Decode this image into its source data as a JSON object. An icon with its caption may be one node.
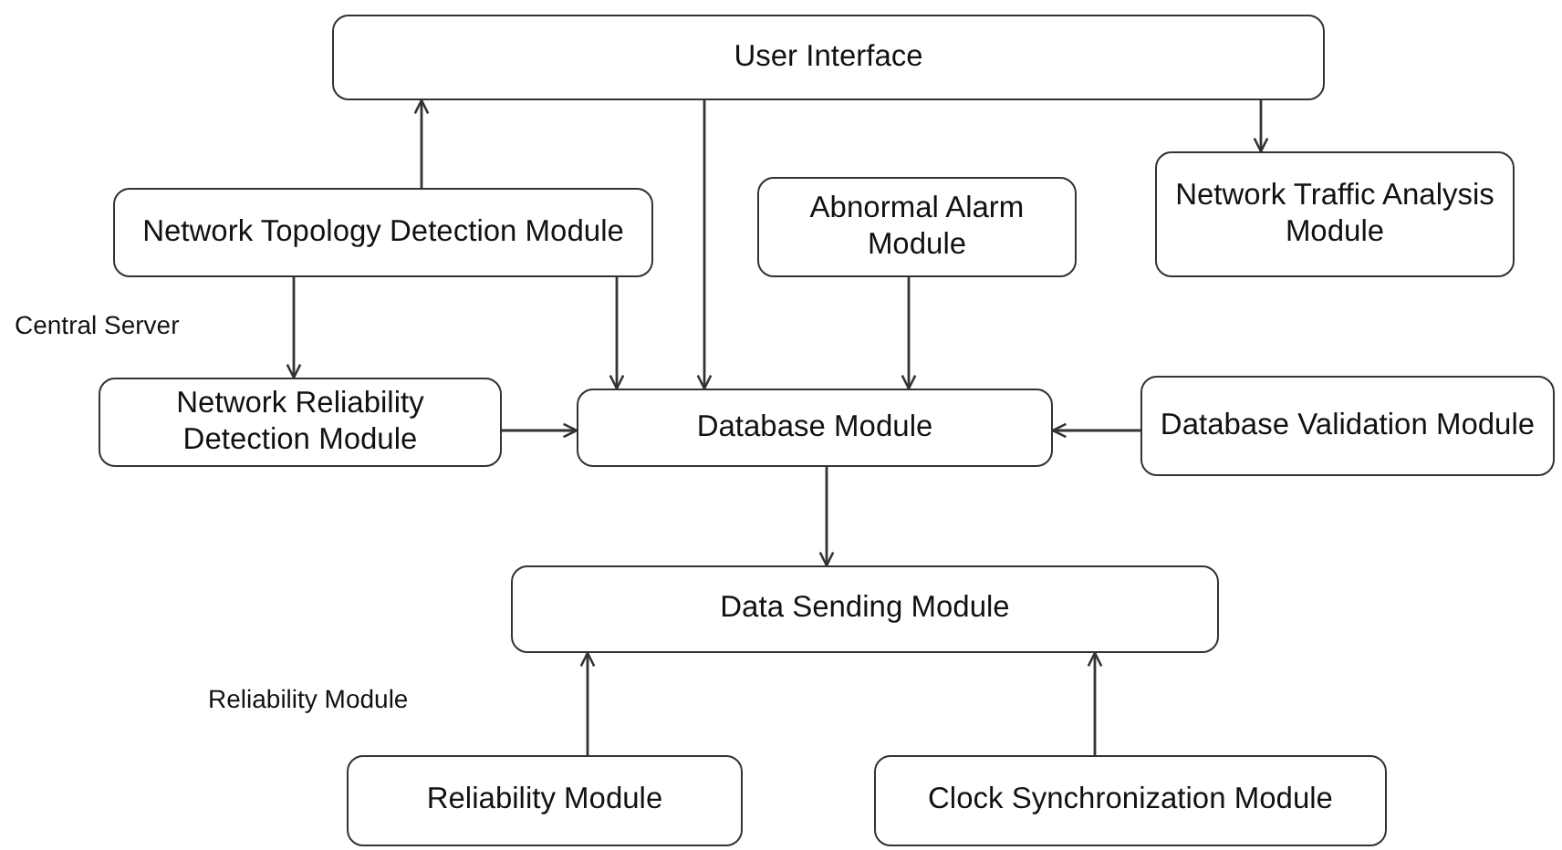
{
  "diagram": {
    "nodes": [
      {
        "text": [
          "User Interface"
        ]
      },
      {
        "text": [
          "Network Topology Detection Module"
        ]
      },
      {
        "text": [
          "Abnormal Alarm Module"
        ]
      },
      {
        "text": [
          "Network Traffic Analysis Module"
        ]
      },
      {
        "text": [
          "Network Reliability Detection Module"
        ]
      },
      {
        "text": [
          "Database Module"
        ]
      },
      {
        "text": [
          "Database Validation Module"
        ]
      },
      {
        "text": [
          "Data Sending Module"
        ]
      },
      {
        "text": [
          "Reliability Module"
        ]
      },
      {
        "text": [
          "Clock Synchronization Module"
        ]
      }
    ],
    "edges": [
      {
        "from": 1,
        "to": 0,
        "arrow": "to"
      },
      {
        "from": 0,
        "to": 5,
        "arrow": "to"
      },
      {
        "from": 0,
        "to": 3,
        "arrow": "to"
      },
      {
        "from": 1,
        "to": 4,
        "arrow": "to"
      },
      {
        "from": 1,
        "to": 5,
        "arrow": "to"
      },
      {
        "from": 2,
        "to": 5,
        "arrow": "to"
      },
      {
        "from": 4,
        "to": 5,
        "arrow": "to"
      },
      {
        "from": 6,
        "to": 5,
        "arrow": "to"
      },
      {
        "from": 5,
        "to": 7,
        "arrow": "to"
      },
      {
        "from": 8,
        "to": 7,
        "arrow": "to"
      },
      {
        "from": 9,
        "to": 7,
        "arrow": "to"
      }
    ],
    "labels": [
      "Central Server",
      "Reliability Module"
    ]
  }
}
